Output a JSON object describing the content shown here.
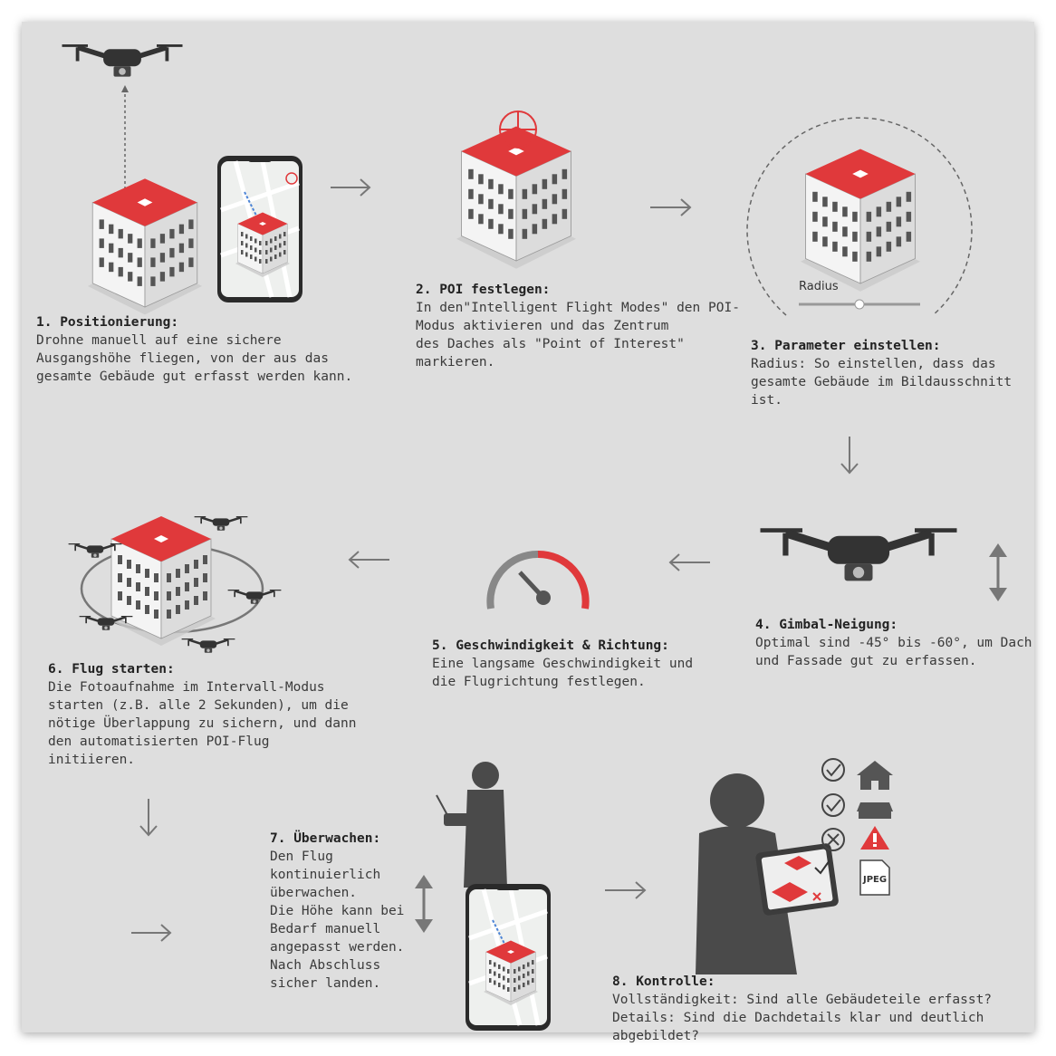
{
  "steps": [
    {
      "title": "1. Positionierung:",
      "body": "Drohne manuell auf eine sichere\nAusgangshöhe fliegen, von der aus das\ngesamte Gebäude gut erfasst werden kann."
    },
    {
      "title": "2. POI festlegen:",
      "body": "In den\"Intelligent Flight Modes\" den POI-\nModus aktivieren und das      Zentrum\ndes Daches als \"Point of Interest\"\nmarkieren."
    },
    {
      "title": "3. Parameter einstellen:",
      "body": "Radius: So einstellen, dass das\ngesamte Gebäude im Bildausschnitt\nist."
    },
    {
      "title": "4. Gimbal-Neigung:",
      "body": "Optimal sind -45° bis -60°, um Dach\nund Fassade gut zu erfassen."
    },
    {
      "title": "5. Geschwindigkeit & Richtung:",
      "body": "Eine langsame Geschwindigkeit und\ndie Flugrichtung festlegen."
    },
    {
      "title": "6. Flug starten:",
      "body": "Die Fotoaufnahme im Intervall-Modus\nstarten (z.B. alle 2 Sekunden), um die\nnötige Überlappung zu sichern, und dann\nden automatisierten POI-Flug\n initiieren."
    },
    {
      "title": "7. Überwachen:",
      "body": "Den Flug\nkontinuierlich\nüberwachen.\nDie Höhe kann bei\nBedarf manuell\nangepasst werden.\nNach Abschluss\nsicher landen."
    },
    {
      "title": "8. Kontrolle:",
      "body": "Vollständigkeit: Sind alle Gebäudeteile erfasst?\nDetails: Sind die Dachdetails klar und deutlich abgebildet?"
    }
  ],
  "radius_label": "Radius",
  "radius_value": 0.5,
  "jpeg_label": "JPEG",
  "colors": {
    "red": "#e0393b",
    "dark": "#4a4a4a",
    "bg": "#dedede"
  },
  "icons": [
    "drone-icon",
    "building-icon",
    "smartphone-icon",
    "target-icon",
    "speedometer-icon",
    "person-icon",
    "tablet-icon",
    "check-icon",
    "cross-icon",
    "house-icon",
    "roof-icon",
    "warning-icon",
    "jpeg-file-icon",
    "arrow-right-icon",
    "arrow-down-icon",
    "arrow-left-icon",
    "double-arrow-icon"
  ]
}
